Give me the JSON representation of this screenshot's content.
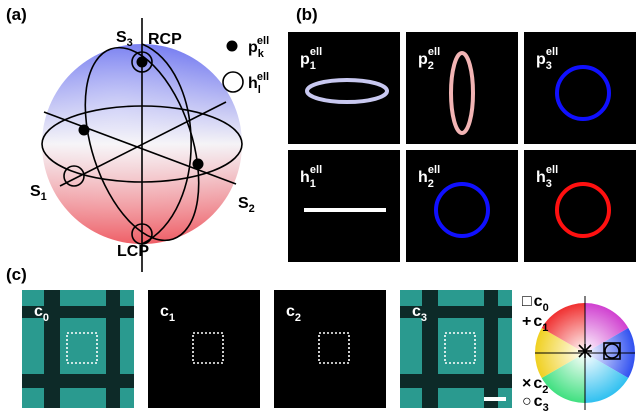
{
  "panel_a": {
    "label": "(a)",
    "s3": "S",
    "s3_sub": "3",
    "s1": "S",
    "s1_sub": "1",
    "s2": "S",
    "s2_sub": "2",
    "rcp": "RCP",
    "lcp": "LCP",
    "legend": [
      {
        "base": "p",
        "sub": "k",
        "sup": "ell",
        "marker": "filled-dot"
      },
      {
        "base": "h",
        "sub": "l",
        "sup": "ell",
        "marker": "open-circle"
      }
    ]
  },
  "panel_b": {
    "label": "(b)",
    "tiles": [
      {
        "base": "p",
        "sub": "1",
        "sup": "ell",
        "shape": "wide-ellipse",
        "color": "#c8c8f0"
      },
      {
        "base": "p",
        "sub": "2",
        "sup": "ell",
        "shape": "tall-ellipse",
        "color": "#f2b4b4"
      },
      {
        "base": "p",
        "sub": "3",
        "sup": "ell",
        "shape": "circle",
        "color": "#1010ff"
      },
      {
        "base": "h",
        "sub": "1",
        "sup": "ell",
        "shape": "line",
        "color": "#ffffff"
      },
      {
        "base": "h",
        "sub": "2",
        "sup": "ell",
        "shape": "circle",
        "color": "#1010ff"
      },
      {
        "base": "h",
        "sub": "3",
        "sup": "ell",
        "shape": "circle",
        "color": "#ff1010"
      }
    ]
  },
  "panel_c": {
    "label": "(c)",
    "tiles": [
      {
        "base": "c",
        "sub": "0",
        "style": "grid",
        "color": "#2a9a8f"
      },
      {
        "base": "c",
        "sub": "1",
        "style": "dark"
      },
      {
        "base": "c",
        "sub": "2",
        "style": "dark"
      },
      {
        "base": "c",
        "sub": "3",
        "style": "grid",
        "color": "#2a9a8f"
      }
    ],
    "legend": [
      {
        "symbol": "□",
        "base": "c",
        "sub": "0"
      },
      {
        "symbol": "+",
        "base": "c",
        "sub": "1"
      },
      {
        "symbol": "×",
        "base": "c",
        "sub": "2"
      },
      {
        "symbol": "○",
        "base": "c",
        "sub": "3"
      }
    ]
  },
  "colors": {
    "sphere_top": "#5a62ee",
    "sphere_bottom": "#ee5a62",
    "tile_bg": "#000000"
  }
}
